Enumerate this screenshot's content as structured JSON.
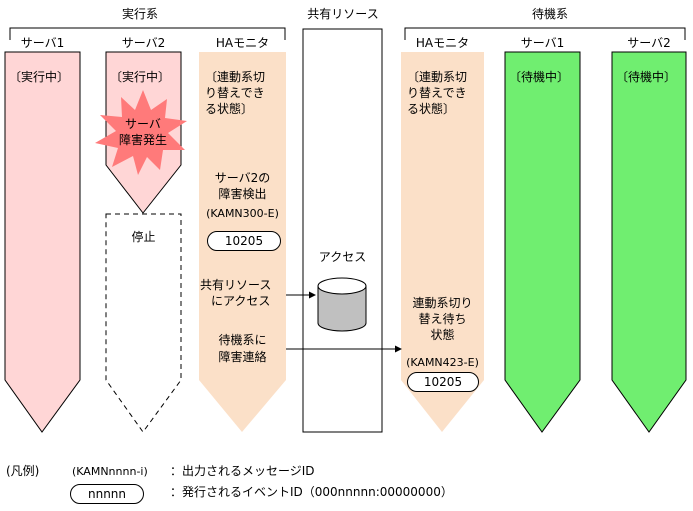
{
  "groups": {
    "active": "実行系",
    "shared": "共有リソース",
    "standby": "待機系"
  },
  "columns": {
    "active_server1": {
      "title": "サーバ1",
      "status": "〔実行中〕"
    },
    "active_server2": {
      "title": "サーバ2",
      "status": "〔実行中〕",
      "failure": [
        "サーバ",
        "障害発生"
      ],
      "stopped": "停止"
    },
    "active_ha": {
      "title": "HAモニタ",
      "status": [
        "〔連動系切",
        "り替えでき",
        "る状態〕"
      ],
      "detect": [
        "サーバ2の",
        "障害検出",
        "(KAMN300-E)"
      ],
      "event_id": "10205",
      "access": [
        "共有リソース",
        "にアクセス"
      ],
      "notify": [
        "待機系に",
        "障害連絡"
      ]
    },
    "shared": {
      "access_label": "アクセス"
    },
    "standby_ha": {
      "title": "HAモニタ",
      "status": [
        "〔連動系切",
        "り替えでき",
        "る状態〕"
      ],
      "wait": [
        "連動系切り",
        "替え待ち",
        "状態"
      ],
      "message_id": "(KAMN423-E)",
      "event_id": "10205"
    },
    "standby_server1": {
      "title": "サーバ1",
      "status": "〔待機中〕"
    },
    "standby_server2": {
      "title": "サーバ2",
      "status": "〔待機中〕"
    }
  },
  "legend": {
    "label": "(凡例)",
    "message_sample": "(KAMNnnnn-i)",
    "message_desc": "：出力されるメッセージID",
    "event_sample": "nnnnn",
    "event_desc": "：発行されるイベントID（000nnnnn:00000000）"
  },
  "colors": {
    "active_server": "#ffd6d6",
    "ha_monitor": "#fbe0c8",
    "standby_server": "#70ee70",
    "burst": "#ff7a7a",
    "cylinder": "#c0c0c0"
  }
}
